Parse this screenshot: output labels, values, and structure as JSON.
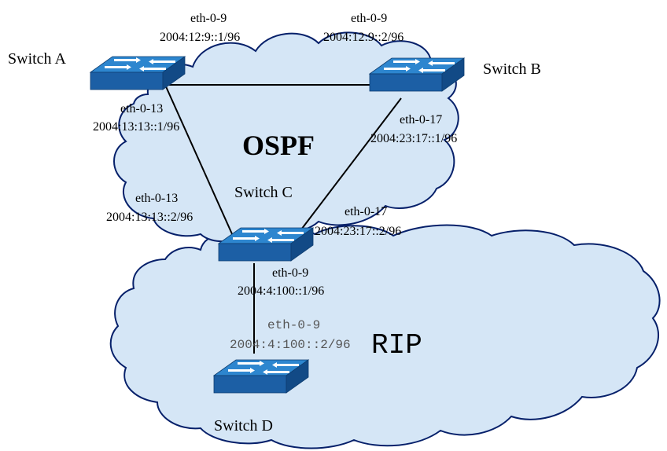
{
  "clouds": {
    "ospf_label": "OSPF",
    "rip_label": "RIP"
  },
  "switches": {
    "a": {
      "name": "Switch A"
    },
    "b": {
      "name": "Switch B"
    },
    "c": {
      "name": "Switch C"
    },
    "d": {
      "name": "Switch D"
    }
  },
  "interfaces": {
    "a_b_a_port": "eth-0-9",
    "a_b_a_addr": "2004:12:9::1/96",
    "a_b_b_port": "eth-0-9",
    "a_b_b_addr": "2004:12:9::2/96",
    "a_c_a_port": "eth-0-13",
    "a_c_a_addr": "2004:13:13::1/96",
    "b_c_b_port": "eth-0-17",
    "b_c_b_addr": "2004:23:17::1/96",
    "a_c_c_port": "eth-0-13",
    "a_c_c_addr": "2004:13:13::2/96",
    "b_c_c_port": "eth-0-17",
    "b_c_c_addr": "2004:23:17::2/96",
    "c_d_c_port": "eth-0-9",
    "c_d_c_addr": "2004:4:100::1/96",
    "c_d_d_port": "eth-0-9",
    "c_d_d_addr": "2004:4:100::2/96"
  },
  "colors": {
    "cloud_fill": "#d5e6f6",
    "cloud_stroke": "#06206a",
    "switch_top": "#2d86cf",
    "switch_front": "#1c5fa5",
    "switch_side": "#124a86",
    "link": "#000000"
  }
}
